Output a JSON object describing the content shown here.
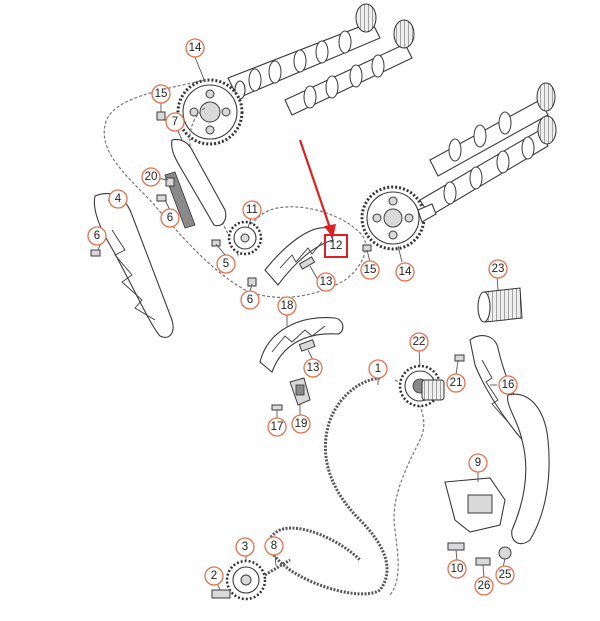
{
  "callouts": [
    {
      "id": "c1",
      "label": "1"
    },
    {
      "id": "c2",
      "label": "2"
    },
    {
      "id": "c3",
      "label": "3"
    },
    {
      "id": "c4",
      "label": "4"
    },
    {
      "id": "c5",
      "label": "5"
    },
    {
      "id": "c6a",
      "label": "6"
    },
    {
      "id": "c6b",
      "label": "6"
    },
    {
      "id": "c6c",
      "label": "6"
    },
    {
      "id": "c7",
      "label": "7"
    },
    {
      "id": "c8",
      "label": "8"
    },
    {
      "id": "c9",
      "label": "9"
    },
    {
      "id": "c10",
      "label": "10"
    },
    {
      "id": "c11",
      "label": "11"
    },
    {
      "id": "c12",
      "label": "12"
    },
    {
      "id": "c13a",
      "label": "13"
    },
    {
      "id": "c13b",
      "label": "13"
    },
    {
      "id": "c14a",
      "label": "14"
    },
    {
      "id": "c14b",
      "label": "14"
    },
    {
      "id": "c15a",
      "label": "15"
    },
    {
      "id": "c15b",
      "label": "15"
    },
    {
      "id": "c16",
      "label": "16"
    },
    {
      "id": "c17",
      "label": "17"
    },
    {
      "id": "c18",
      "label": "18"
    },
    {
      "id": "c19",
      "label": "19"
    },
    {
      "id": "c20",
      "label": "20"
    },
    {
      "id": "c21",
      "label": "21"
    },
    {
      "id": "c22",
      "label": "22"
    },
    {
      "id": "c23",
      "label": "23"
    },
    {
      "id": "c25",
      "label": "25"
    },
    {
      "id": "c26",
      "label": "26"
    }
  ],
  "highlighted_part": "12",
  "colors": {
    "callout_ring": "#e8704b",
    "highlight": "#e02020",
    "line": "#3a3a3a"
  }
}
